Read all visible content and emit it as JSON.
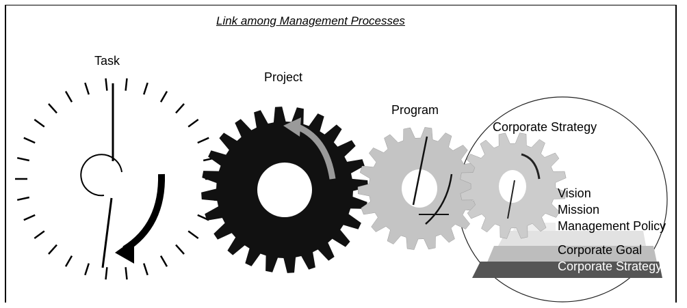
{
  "title": "Link among Management Processes",
  "gears": {
    "task": "Task",
    "project": "Project",
    "program": "Program",
    "corporate_strategy": "Corporate Strategy"
  },
  "hierarchy": [
    "Vision",
    "Mission",
    "Management Policy",
    "Corporate Goal",
    "Corporate Strategy"
  ],
  "colors": {
    "project_gear": "#111111",
    "program_gear": "#c4c4c4",
    "strategy_gear": "#cccccc",
    "band_light": "#e4e4e4",
    "band_mid": "#a9a9a9",
    "band_dark": "#555555"
  }
}
